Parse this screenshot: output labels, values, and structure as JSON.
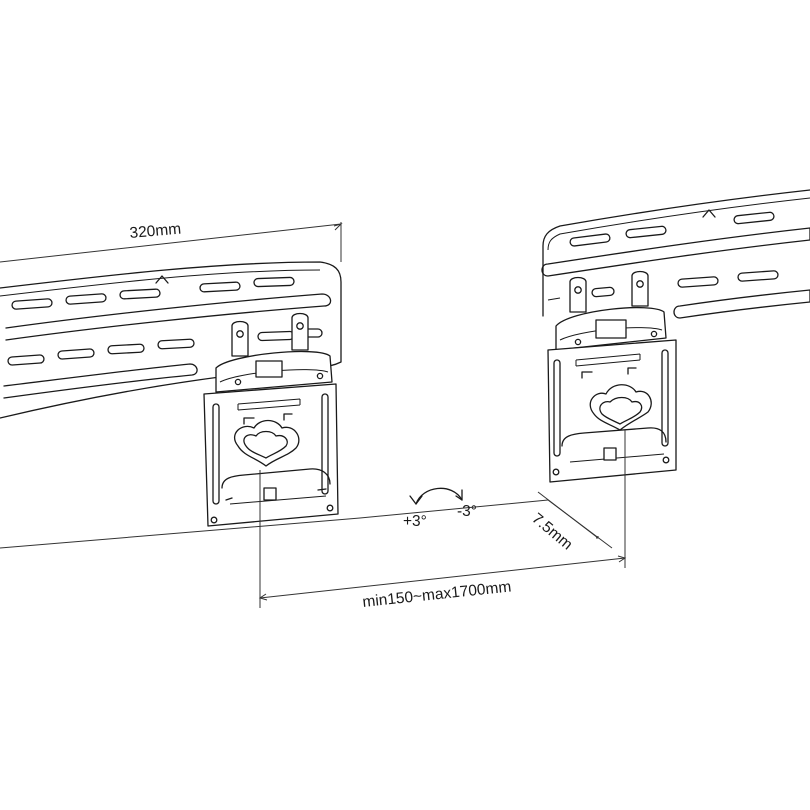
{
  "labels": {
    "width": "320mm",
    "distance": "min150~max1700mm",
    "offset": "7.5mm",
    "tilt_plus": "+3°",
    "tilt_minus": "-3°"
  },
  "colors": {
    "line": "#1a1a1a",
    "background": "#ffffff"
  }
}
